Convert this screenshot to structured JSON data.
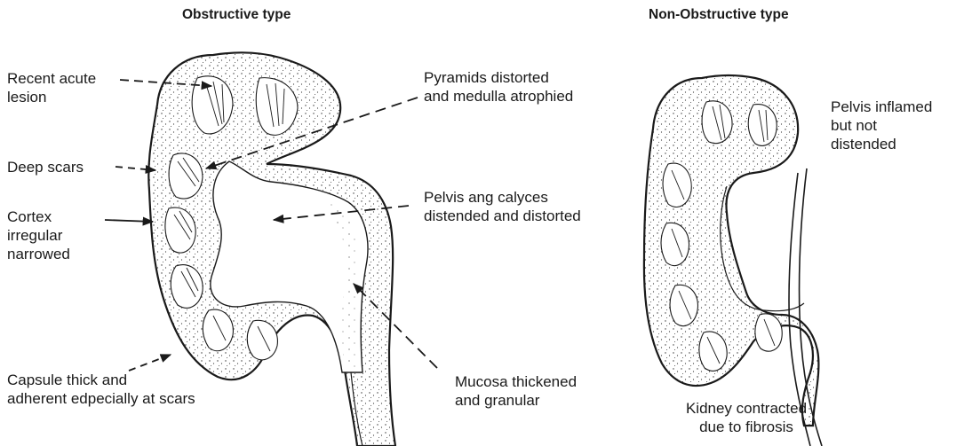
{
  "titles": {
    "left": "Obstructive type",
    "right": "Non-Obstructive type"
  },
  "labels": {
    "recent_acute_lesion": [
      "Recent acute",
      "lesion"
    ],
    "deep_scars": [
      "Deep scars"
    ],
    "cortex": [
      "Cortex",
      "irregular",
      "narrowed"
    ],
    "capsule": [
      "Capsule thick and",
      "adherent edpecially at scars"
    ],
    "pyramids": [
      "Pyramids distorted",
      "and medulla atrophied"
    ],
    "pelvis_calyces": [
      "Pelvis ang calyces",
      "distended and distorted"
    ],
    "mucosa": [
      "Mucosa thickened",
      "and granular"
    ],
    "pelvis_inflamed": [
      "Pelvis inflamed",
      "but not",
      "distended"
    ],
    "kidney_contracted": [
      "Kidney contracted",
      "due to fibrosis"
    ]
  },
  "colors": {
    "ink": "#1a1a1a",
    "paper": "#ffffff"
  }
}
